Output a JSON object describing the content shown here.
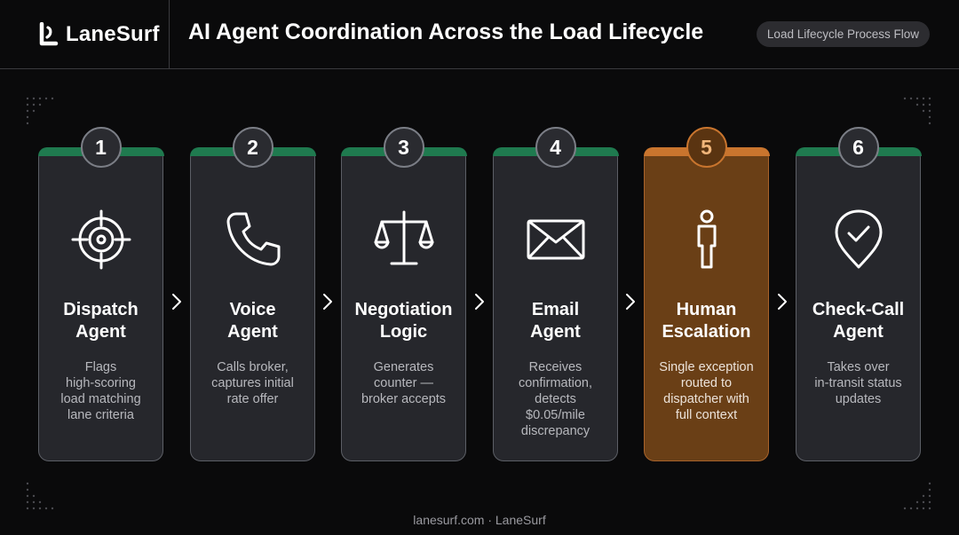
{
  "brand": {
    "name": "LaneSurf",
    "logo_icon": "lanesurf-logo-icon"
  },
  "header": {
    "title": "AI Agent Coordination Across the Load Lifecycle",
    "pill": "Load Lifecycle Process Flow"
  },
  "steps": [
    {
      "number": "1",
      "title_line1": "Dispatch",
      "title_line2": "Agent",
      "desc": [
        "Flags",
        "high-scoring",
        "load matching",
        "lane criteria",
        ""
      ],
      "icon": "target-crosshair-icon",
      "highlight": false
    },
    {
      "number": "2",
      "title_line1": "Voice",
      "title_line2": "Agent",
      "desc": [
        "Calls broker,",
        "captures initial",
        "rate offer",
        "",
        ""
      ],
      "icon": "phone-icon",
      "highlight": false
    },
    {
      "number": "3",
      "title_line1": "Negotiation",
      "title_line2": "Logic",
      "desc": [
        "Generates",
        "counter —",
        "broker accepts",
        "",
        ""
      ],
      "icon": "balance-scale-icon",
      "highlight": false
    },
    {
      "number": "4",
      "title_line1": "Email",
      "title_line2": "Agent",
      "desc": [
        "Receives",
        "confirmation,",
        "detects",
        "$0.05/mile",
        "discrepancy"
      ],
      "icon": "envelope-icon",
      "highlight": false
    },
    {
      "number": "5",
      "title_line1": "Human",
      "title_line2": "Escalation",
      "desc": [
        "Single exception",
        "routed to",
        "dispatcher with",
        "full context",
        ""
      ],
      "icon": "person-icon",
      "highlight": true
    },
    {
      "number": "6",
      "title_line1": "Check-Call",
      "title_line2": "Agent",
      "desc": [
        "Takes over",
        "in-transit status",
        "updates",
        "",
        ""
      ],
      "icon": "location-check-icon",
      "highlight": false
    }
  ],
  "footer": {
    "text": "lanesurf.com · LaneSurf"
  },
  "colors": {
    "background": "#0a0a0b",
    "card": "#26272c",
    "card_accent_green": "#1f7a4f",
    "highlight_card": "#6a3f16",
    "highlight_accent": "#c9752e",
    "badge_highlight_text": "#f0b57a"
  }
}
